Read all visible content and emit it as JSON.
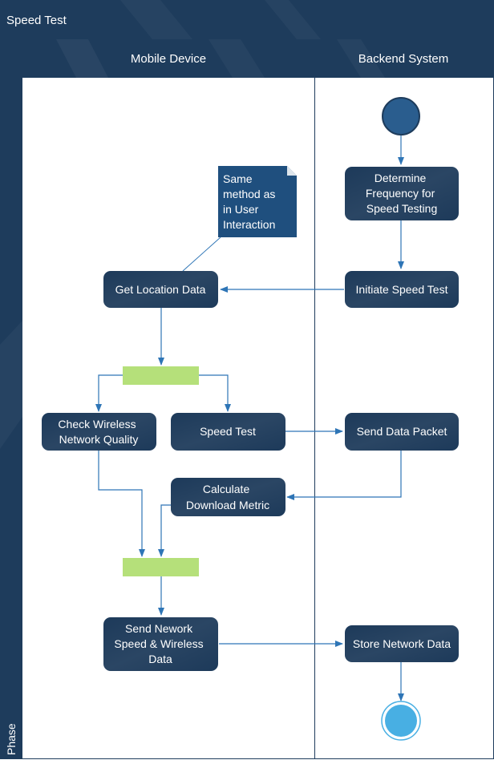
{
  "title": "Speed Test",
  "phase_label": "Phase",
  "lanes": {
    "mobile": "Mobile Device",
    "backend": "Backend System"
  },
  "nodes": {
    "determine": [
      "Determine",
      "Frequency for",
      "Speed Testing"
    ],
    "initiate": [
      "Initiate Speed Test"
    ],
    "get_location": [
      "Get Location Data"
    ],
    "check_wireless": [
      "Check Wireless",
      "Network Quality"
    ],
    "speed_test": [
      "Speed Test"
    ],
    "send_packet": [
      "Send Data Packet"
    ],
    "calc_download": [
      "Calculate",
      "Download Metric"
    ],
    "send_network": [
      "Send Nework",
      "Speed & Wireless",
      "Data"
    ],
    "store_network": [
      "Store Network Data"
    ]
  },
  "note": [
    "Same",
    "method as",
    "in User",
    "Interaction"
  ],
  "colors": {
    "header_bg": "#1e3c5c",
    "node_bg": "#1d3a5a",
    "note_bg": "#1f4f7e",
    "fork_bar": "#b5e07a",
    "arrow": "#2e75b6",
    "start_node": "#2a5d8e",
    "end_node": "#48afe3"
  }
}
